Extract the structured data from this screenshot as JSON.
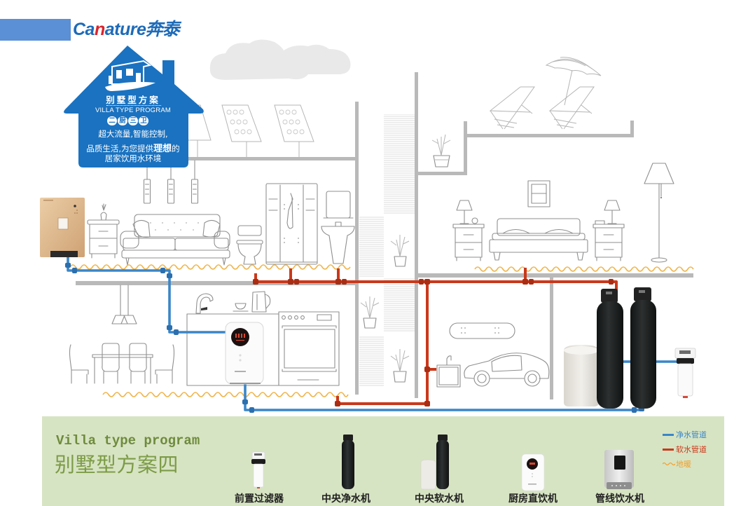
{
  "brand": {
    "logo_part1": "Ca",
    "logo_accent": "n",
    "logo_part2": "ature",
    "logo_cn": "奔泰",
    "colors": {
      "primary": "#1e6bb8",
      "accent": "#d7262f",
      "bar": "#5b8fd6"
    }
  },
  "house_sign": {
    "title_cn": "别墅型方案",
    "title_en": "VILLA TYPE PROGRAM",
    "badge": [
      "二",
      "厨",
      "三",
      "卫"
    ],
    "line1": "超大流量,智能控制,",
    "line2": {
      "pre": "品质生活,为您提供",
      "bold": "理想",
      "post": "的"
    },
    "line3": "居家饮用水环境",
    "color": "#1a72c0",
    "icon": "villa-building-icon"
  },
  "illustration": {
    "rooms": [
      "rooftop-solar",
      "living-room",
      "bathroom",
      "staircase",
      "rooftop-terrace",
      "bedroom",
      "dining-room",
      "kitchen",
      "garage",
      "equipment-room"
    ],
    "devices": [
      {
        "name": "wall-mounted-dispenser",
        "room": "living-room"
      },
      {
        "name": "kitchen-direct-drinking-purifier",
        "room": "kitchen"
      },
      {
        "name": "central-water-softener",
        "room": "equipment-room"
      },
      {
        "name": "central-water-purifier",
        "room": "equipment-room"
      },
      {
        "name": "pre-filter",
        "room": "equipment-room"
      }
    ]
  },
  "panel": {
    "title_en": "Villa type program",
    "title_cn": "别墅型方案四",
    "products": [
      {
        "label": "前置过滤器",
        "icon": "pre-filter-icon"
      },
      {
        "label": "中央净水机",
        "icon": "central-purifier-icon"
      },
      {
        "label": "中央软水机",
        "icon": "central-softener-icon"
      },
      {
        "label": "厨房直饮机",
        "icon": "kitchen-purifier-icon"
      },
      {
        "label": "管线饮水机",
        "icon": "pipeline-dispenser-icon"
      }
    ],
    "background": "#d7e4c3"
  },
  "legend": [
    {
      "label": "净水管道",
      "type": "line",
      "color": "#3a86c8"
    },
    {
      "label": "软水管道",
      "type": "line",
      "color": "#c9391b"
    },
    {
      "label": "地暖",
      "type": "wave",
      "color": "#f0a030"
    }
  ]
}
